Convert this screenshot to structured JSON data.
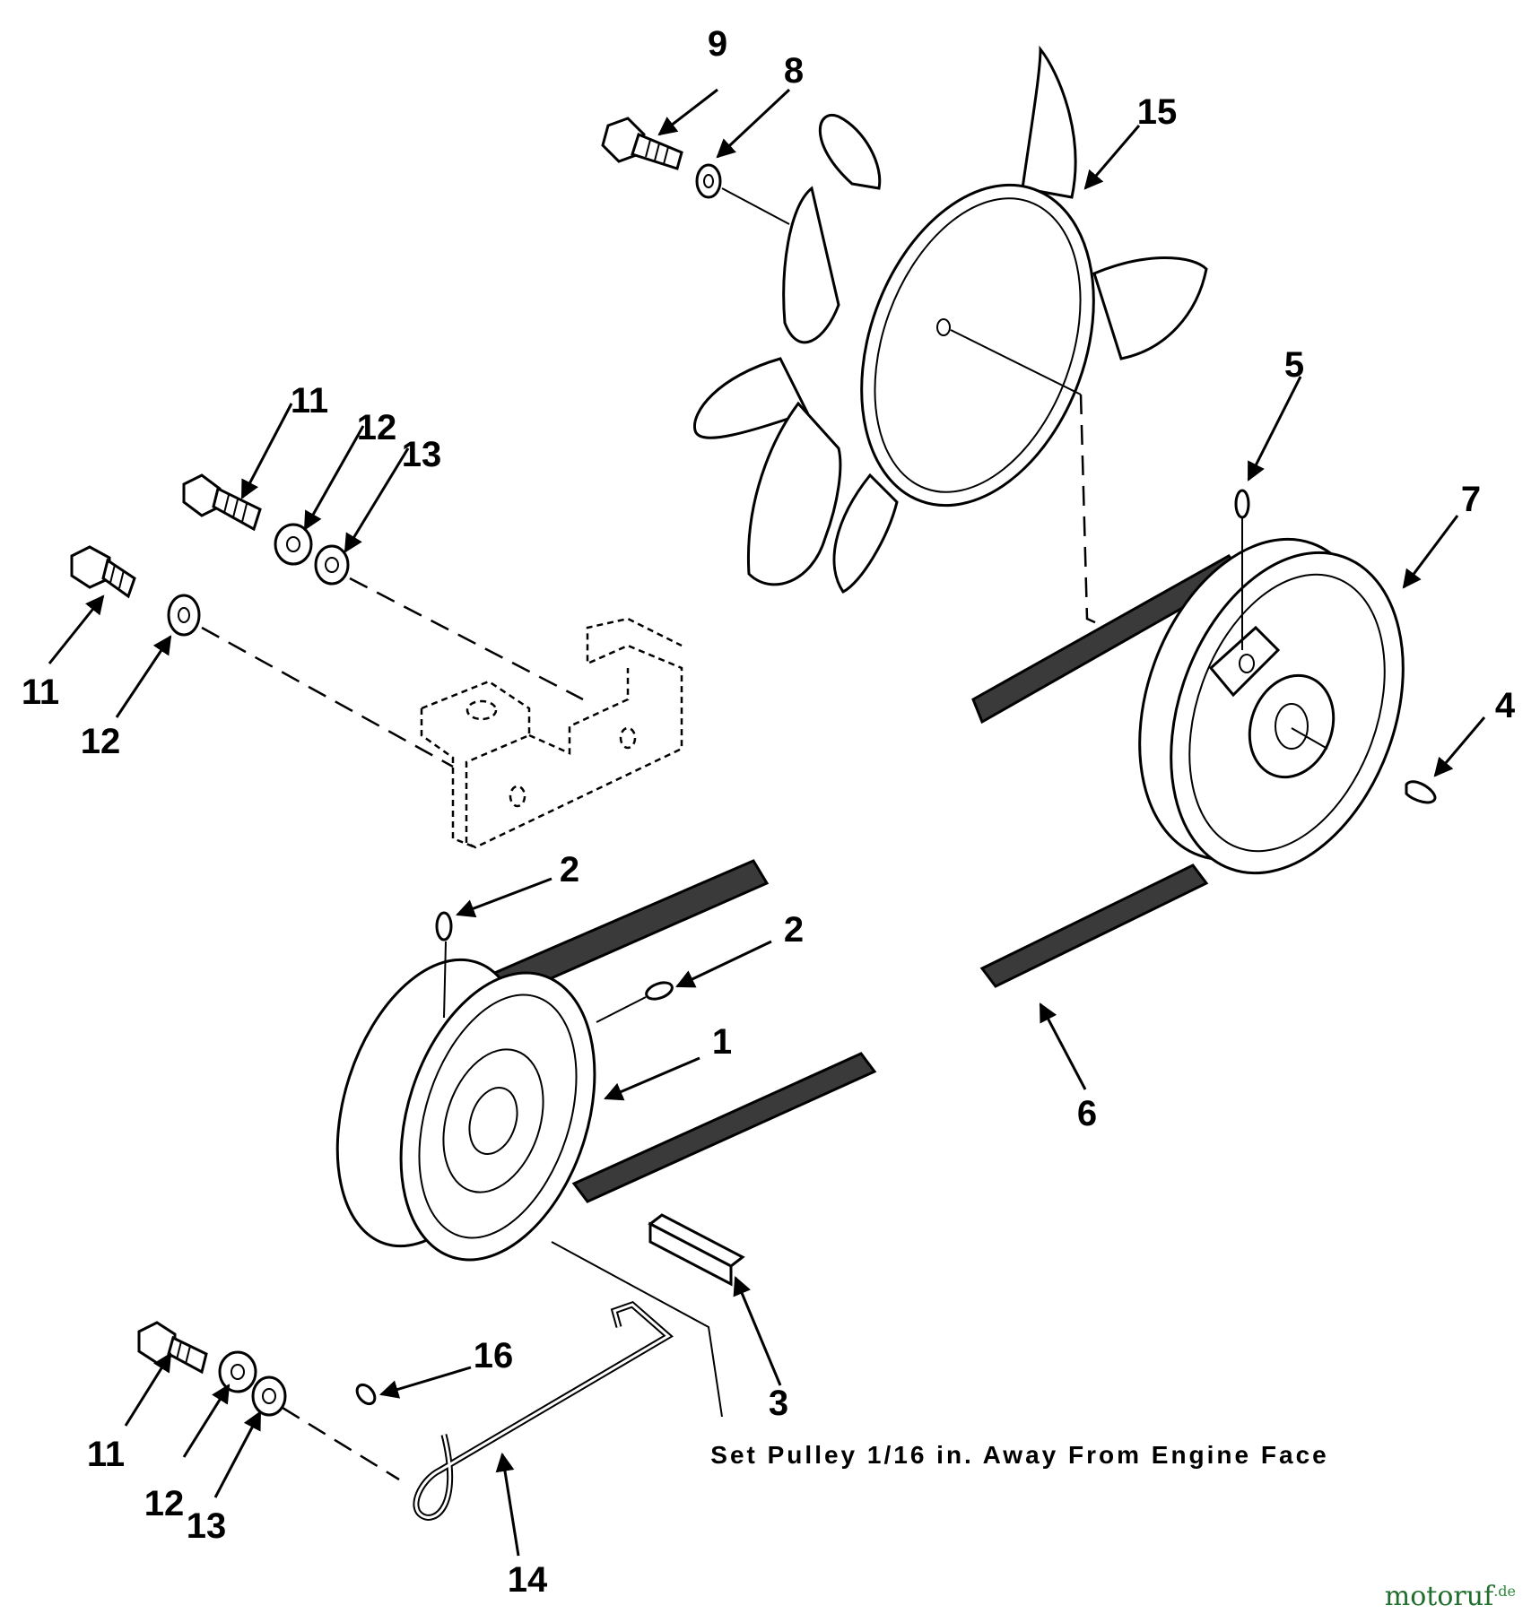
{
  "callouts": {
    "c1": "1",
    "c2a": "2",
    "c2b": "2",
    "c3": "3",
    "c4": "4",
    "c5": "5",
    "c6": "6",
    "c7": "7",
    "c8": "8",
    "c9": "9",
    "c11a": "11",
    "c11b": "11",
    "c11c": "11",
    "c12a": "12",
    "c12b": "12",
    "c12c": "12",
    "c13a": "13",
    "c13b": "13",
    "c14": "14",
    "c15": "15",
    "c16": "16"
  },
  "note": "Set Pulley 1/16 in. Away From Engine Face",
  "watermark": {
    "brand": "motoruf",
    "suffix": ".de"
  },
  "colors": {
    "line": "#000000",
    "background": "#ffffff",
    "belt": "#3a3a3a",
    "watermark": "#1f6e2c"
  }
}
